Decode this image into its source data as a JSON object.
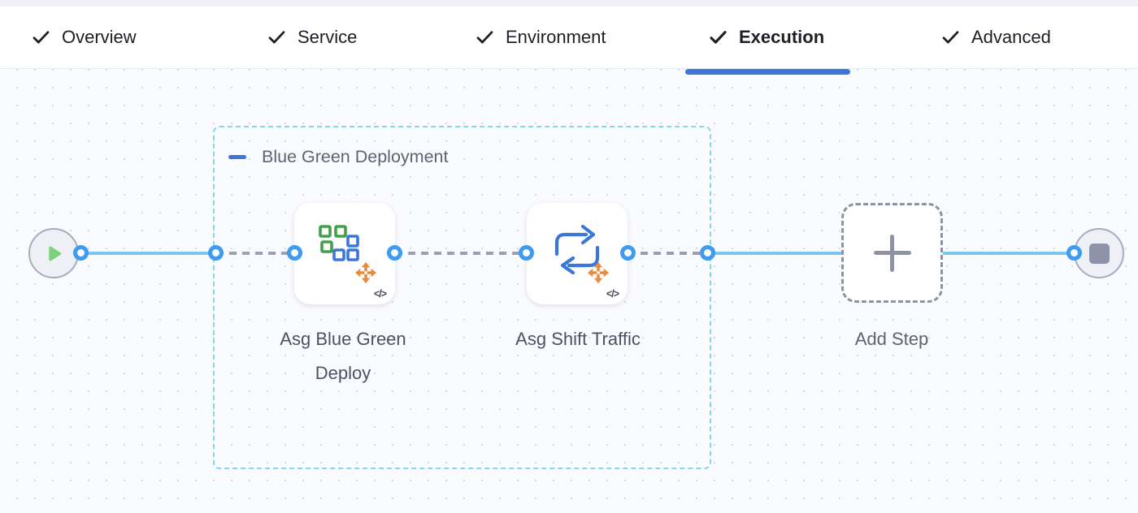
{
  "tabs": {
    "items": [
      {
        "label": "Overview",
        "checked": true,
        "active": false
      },
      {
        "label": "Service",
        "checked": true,
        "active": false
      },
      {
        "label": "Environment",
        "checked": true,
        "active": false
      },
      {
        "label": "Execution",
        "checked": true,
        "active": true
      },
      {
        "label": "Advanced",
        "checked": true,
        "active": false
      }
    ]
  },
  "canvas": {
    "group": {
      "label": "Blue Green Deployment",
      "collapsed": false
    },
    "steps": [
      {
        "label": "Asg Blue Green Deploy",
        "icon": "asg-blue-green-deploy-icon",
        "code_badge": "</>"
      },
      {
        "label": "Asg Shift Traffic",
        "icon": "asg-shift-traffic-icon",
        "code_badge": "</>"
      }
    ],
    "add_step_label": "Add Step",
    "start_node": "play",
    "end_node": "stop"
  },
  "colors": {
    "accent_blue": "#3b76d8",
    "line_blue": "#7cc5f1",
    "port_blue": "#3f9bf0",
    "group_border_cyan": "#84d6e9",
    "icon_orange": "#e98b3c",
    "icon_green": "#43a04a",
    "play_green": "#7cd17b",
    "stop_gray": "#8e93a9",
    "tab_text": "#1d1f27",
    "muted_text": "#5d6370",
    "canvas_bg": "#fafbfe"
  }
}
